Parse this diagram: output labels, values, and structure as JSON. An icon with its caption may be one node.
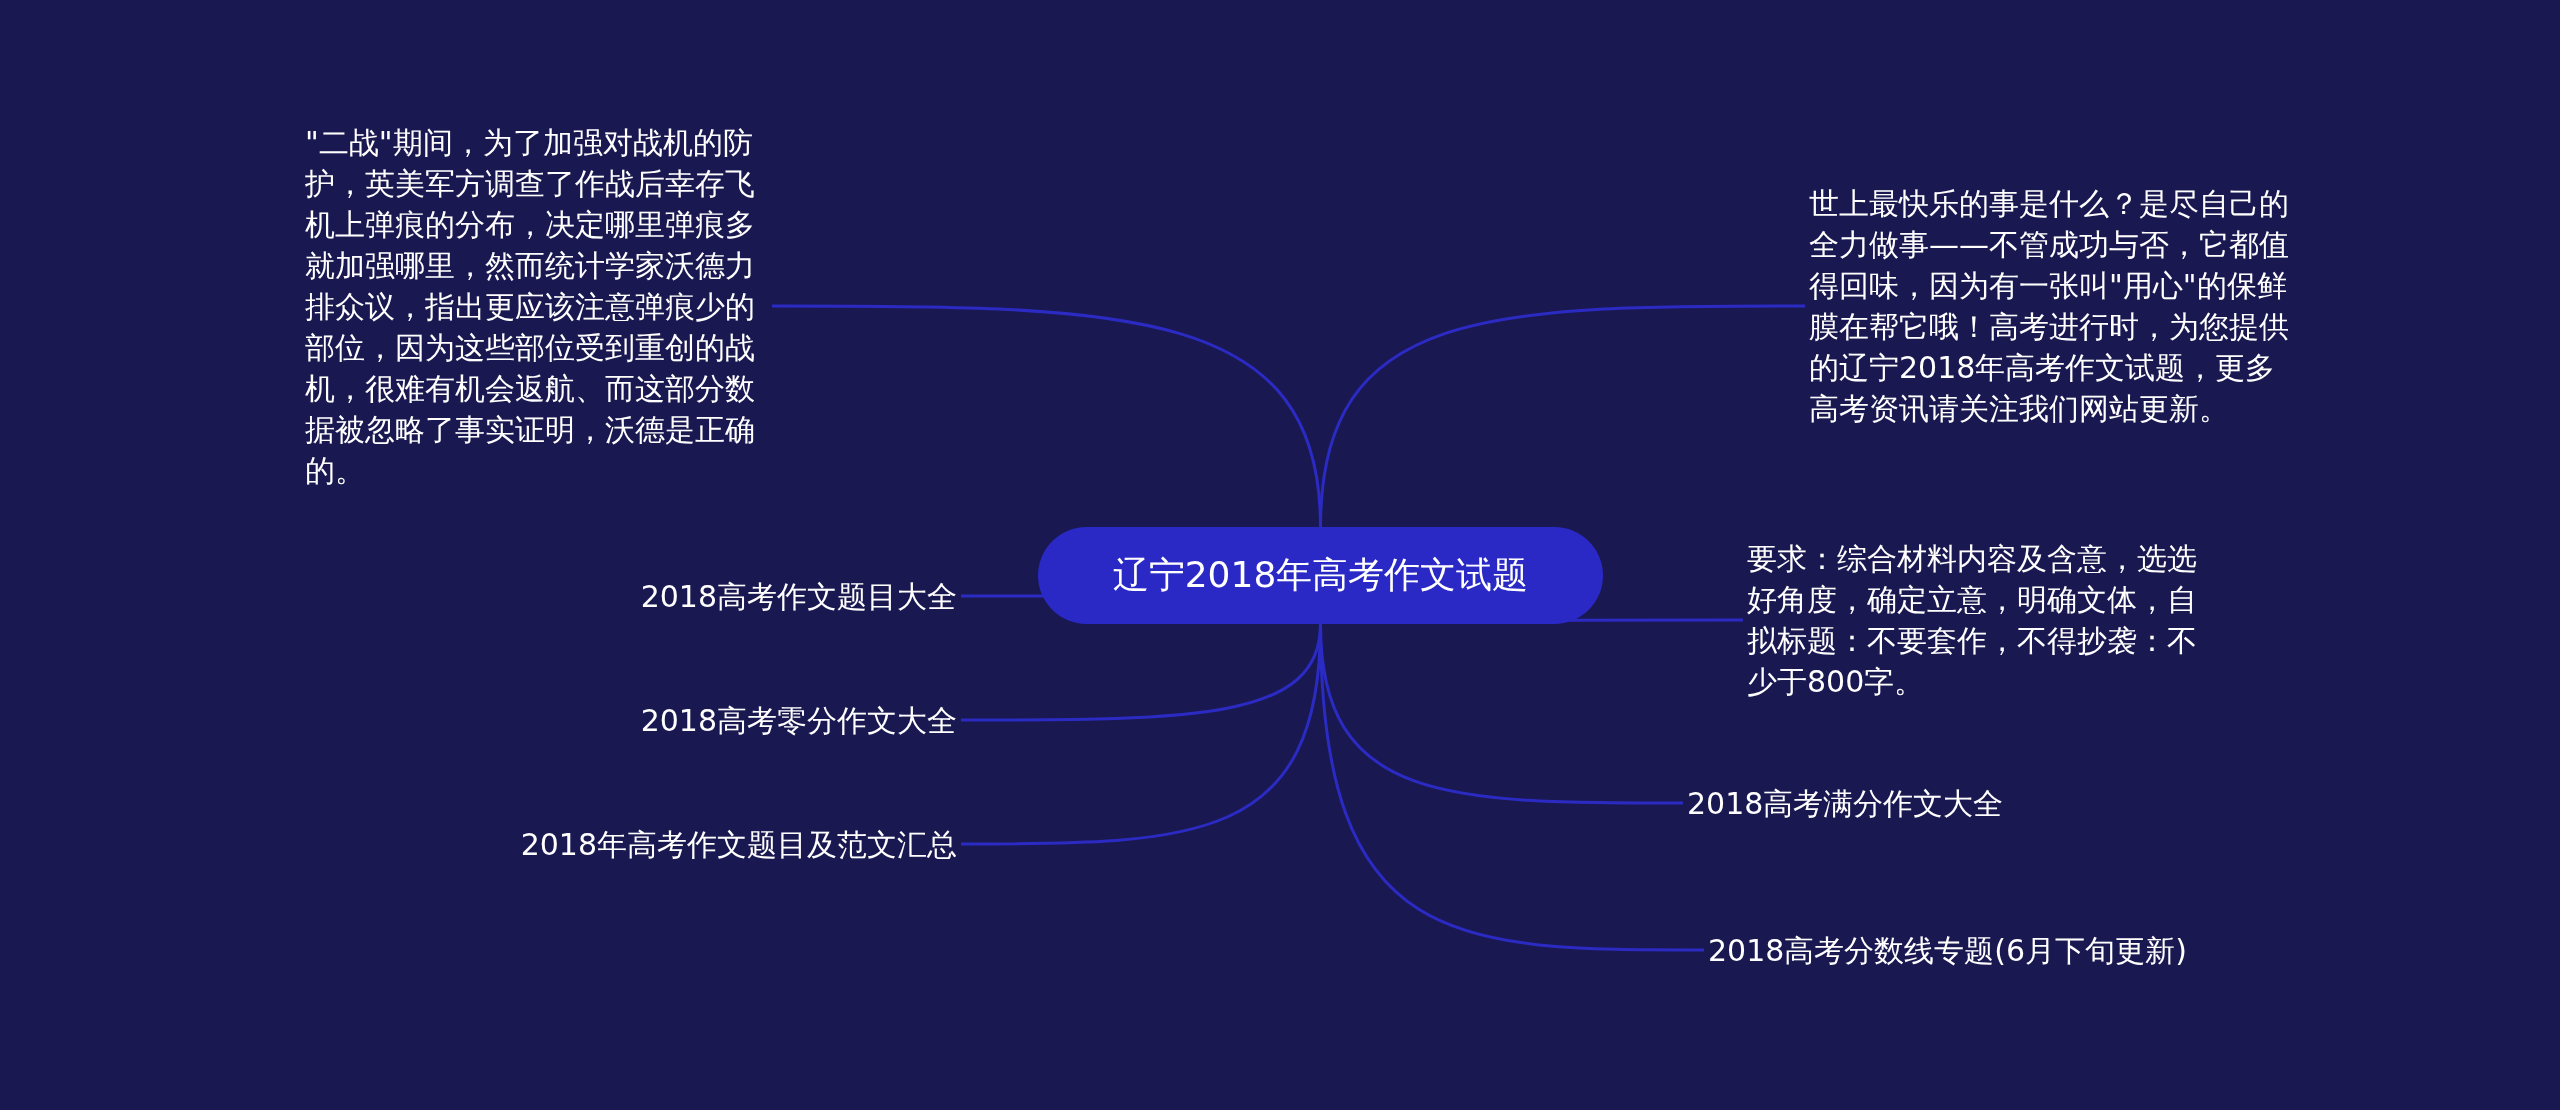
{
  "diagram": {
    "nodes": [
      {
        "text": [
          "辽宁2018年高考作文试题"
        ]
      },
      {
        "text": [
          "\"二战\"期间，为了加强对战机的防护，英美军方调查了作战后幸存飞机上弹痕的分布，决定哪里弹痕多就加强哪里，然而统计学家沃德力排众议，指出更应该注意弹痕少的部位，因为这些部位受到重创的战机，很难有机会返航、而这部分数据被忽略了事实证明，沃德是正确的。"
        ]
      },
      {
        "text": [
          "2018高考作文题目大全"
        ]
      },
      {
        "text": [
          "2018高考零分作文大全"
        ]
      },
      {
        "text": [
          "2018年高考作文题目及范文汇总"
        ]
      },
      {
        "text": [
          "世上最快乐的事是什么？是尽自己的全力做事——不管成功与否，它都值得回味，因为有一张叫\"用心\"的保鲜膜在帮它哦！高考进行时，为您提供的辽宁2018年高考作文试题，更多高考资讯请关注我们网站更新。"
        ]
      },
      {
        "text": [
          "要求：综合材料内容及含意，选选好角度，确定立意，明确文体，自拟标题：不要套作，不得抄袭：不少于800字。"
        ]
      },
      {
        "text": [
          "2018高考满分作文大全"
        ]
      },
      {
        "text": [
          "2018高考分数线专题(6月下旬更新)"
        ]
      }
    ],
    "edges": [
      {
        "from": 0,
        "to": 1,
        "arrow": "none"
      },
      {
        "from": 0,
        "to": 2,
        "arrow": "none"
      },
      {
        "from": 0,
        "to": 3,
        "arrow": "none"
      },
      {
        "from": 0,
        "to": 4,
        "arrow": "none"
      },
      {
        "from": 0,
        "to": 5,
        "arrow": "none"
      },
      {
        "from": 0,
        "to": 6,
        "arrow": "none"
      },
      {
        "from": 0,
        "to": 7,
        "arrow": "none"
      },
      {
        "from": 0,
        "to": 8,
        "arrow": "none"
      }
    ]
  }
}
